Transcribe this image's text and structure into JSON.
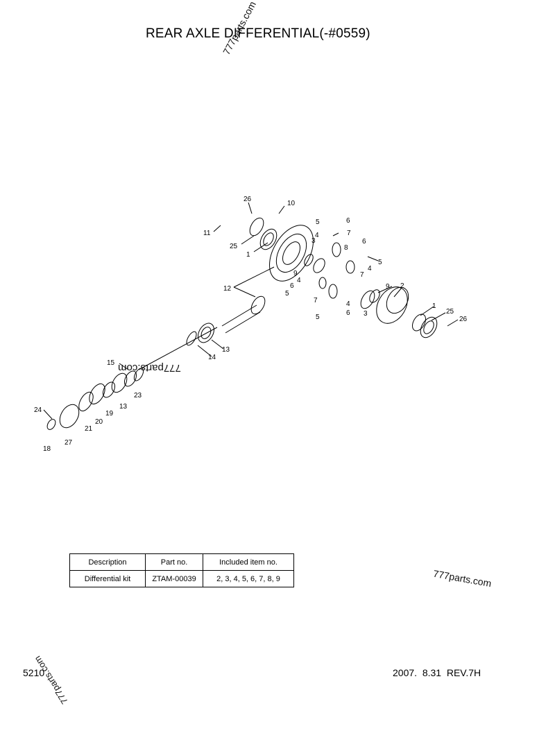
{
  "title": "REAR AXLE DIFFERENTIAL(-#0559)",
  "watermarks": [
    "777parts.com",
    "777parts.com",
    "777parts.com",
    "777parts.com"
  ],
  "callouts": [
    "26",
    "10",
    "11",
    "25",
    "1",
    "5",
    "6",
    "4",
    "7",
    "3",
    "8",
    "6",
    "5",
    "4",
    "7",
    "9",
    "12",
    "6",
    "4",
    "5",
    "7",
    "9",
    "2",
    "3",
    "4",
    "5",
    "6",
    "1",
    "25",
    "26",
    "13",
    "14",
    "15",
    "23",
    "13",
    "19",
    "20",
    "21",
    "24",
    "27",
    "18"
  ],
  "table": {
    "headers": [
      "Description",
      "Part no.",
      "Included item no."
    ],
    "rows": [
      [
        "Differential kit",
        "ZTAM-00039",
        "2, 3, 4, 5, 6, 7, 8, 9"
      ]
    ]
  },
  "footer": {
    "page_code": "5210",
    "revision": "2007.  8.31  REV.7H"
  }
}
